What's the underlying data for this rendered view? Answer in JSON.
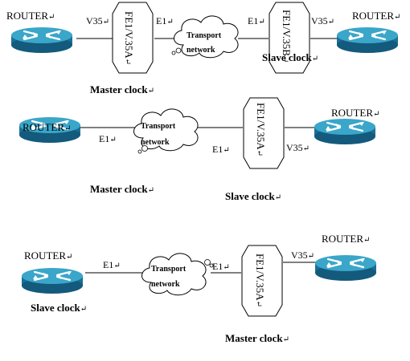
{
  "retmark": "↵",
  "labels": {
    "router": "ROUTER",
    "v35": "V35",
    "e1": "E1",
    "transport_line1": "Transport",
    "transport_line2": "network",
    "master_clock": "Master clock",
    "slave_clock": "Slave clock",
    "converter_a": "FE1/V.35A",
    "converter_b": "FE1/V.35B"
  },
  "colors": {
    "router_top": "#3aa6c9",
    "router_side": "#1b6f96",
    "router_side_dark": "#135a7d",
    "router_arrow": "#ffffff",
    "line": "#000000",
    "text": "#000000"
  }
}
